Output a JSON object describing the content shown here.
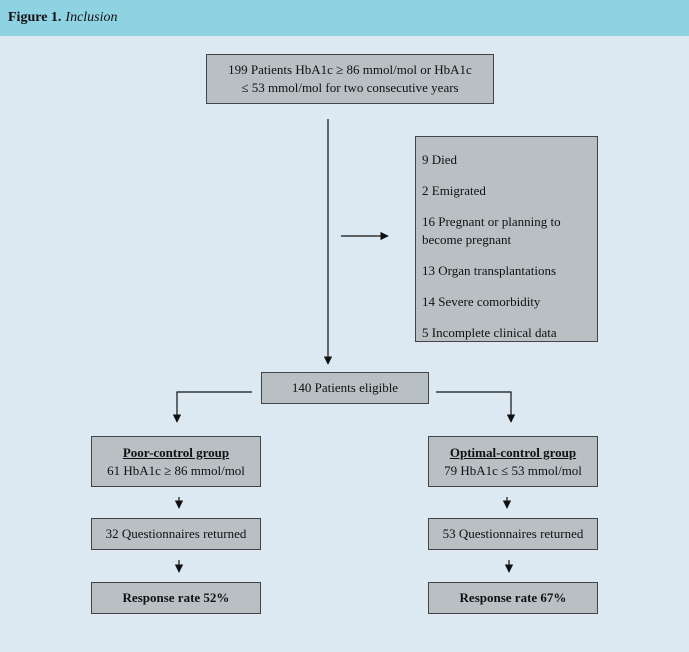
{
  "figure": {
    "label": "Figure 1.",
    "caption": "Inclusion"
  },
  "flow": {
    "top_box": {
      "line1": "199 Patients HbA1c ≥ 86 mmol/mol or HbA1c",
      "line2": "≤ 53 mmol/mol for two consecutive years"
    },
    "exclusions": [
      "9 Died",
      "2 Emigrated",
      "16 Pregnant or planning to become pregnant",
      "13 Organ transplantations",
      "14 Severe comorbidity",
      "5 Incomplete clinical data"
    ],
    "eligible": "140 Patients eligible",
    "poor": {
      "title": "Poor-control group",
      "criterion": "61 HbA1c ≥ 86 mmol/mol",
      "questionnaires": "32 Questionnaires returned",
      "response": "Response rate 52%"
    },
    "optimal": {
      "title": "Optimal-control group",
      "criterion": "79 HbA1c ≤ 53 mmol/mol",
      "questionnaires": "53 Questionnaires returned",
      "response": "Response rate 67%"
    }
  }
}
